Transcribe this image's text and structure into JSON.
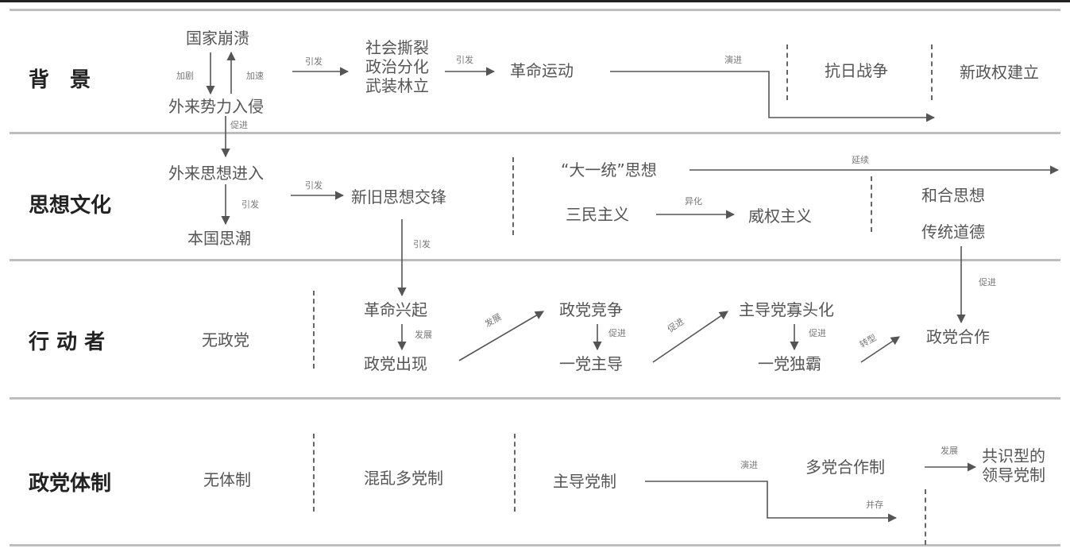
{
  "rows": {
    "background": "背　景",
    "thought": "思想文化",
    "actors": "行 动 者",
    "system": "政党体制"
  },
  "background": {
    "collapse": "国家崩溃",
    "invasion": "外来势力入侵",
    "split": [
      "社会撕裂",
      "政治分化",
      "武装林立"
    ],
    "revolution": "革命运动",
    "war": "抗日战争",
    "regime": "新政权建立"
  },
  "thought": {
    "foreign": "外来思想进入",
    "local": "本国思潮",
    "clash": "新旧思想交锋",
    "unity": "“大一统”思想",
    "sanmin": "三民主义",
    "authority": "威权主义",
    "harmony": "和合思想",
    "morality": "传统道德"
  },
  "actors": {
    "none": "无政党",
    "rise": "革命兴起",
    "appear": "政党出现",
    "compete": "政党竞争",
    "lead": "一党主导",
    "oligarch": "主导党寡头化",
    "dominate": "一党独霸",
    "cooperate": "政党合作"
  },
  "system": {
    "none": "无体制",
    "chaos": "混乱多党制",
    "dominant": "主导党制",
    "multi": "多党合作制",
    "consensus": [
      "共识型的",
      "领导党制"
    ]
  },
  "edge_labels": {
    "aggravate": "加剧",
    "accelerate": "加速",
    "trigger": "引发",
    "trigger2": "引发",
    "transition": "演进",
    "promote": "促进",
    "continue": "延续",
    "trigger3": "引发",
    "trigger4": "引发",
    "alienate": "异化",
    "trigger5": "引发",
    "promote2": "促进",
    "develop": "发展",
    "develop2": "发展",
    "promote3": "促进",
    "promote4": "促进",
    "transform": "转型",
    "transition2": "演进",
    "coexist": "并存",
    "develop3": "发展"
  }
}
